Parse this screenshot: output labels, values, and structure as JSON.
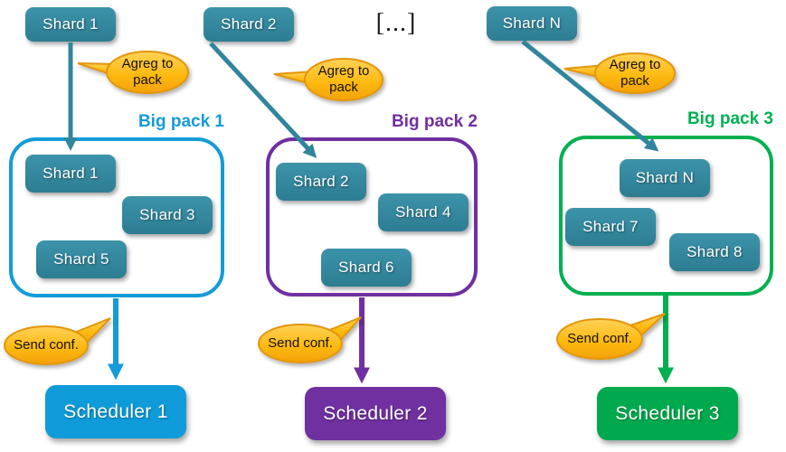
{
  "diagram": {
    "ellipsis": "[...]",
    "colors": {
      "shard_teal": "#31859C",
      "pack1_blue": "#149BD9",
      "pack2_purple": "#7030A0",
      "pack3_green": "#00B050",
      "scheduler1_blue": "#0F9BD9",
      "scheduler2_purple": "#7030A0",
      "scheduler3_green": "#00A94E",
      "bubble_fill": "#FFBE14",
      "bubble_border": "#E3960E"
    },
    "columns": [
      {
        "top_shard_label": "Shard 1",
        "aggregate_bubble_label": "Agreg to pack",
        "pack_title": "Big pack 1",
        "pack_shards": [
          "Shard 1",
          "Shard 3",
          "Shard 5"
        ],
        "send_bubble_label": "Send conf.",
        "scheduler_label": "Scheduler 1"
      },
      {
        "top_shard_label": "Shard 2",
        "aggregate_bubble_label": "Agreg to pack",
        "pack_title": "Big pack 2",
        "pack_shards": [
          "Shard 2",
          "Shard 4",
          "Shard 6"
        ],
        "send_bubble_label": "Send conf.",
        "scheduler_label": "Scheduler 2"
      },
      {
        "top_shard_label": "Shard N",
        "aggregate_bubble_label": "Agreg to pack",
        "pack_title": "Big pack 3",
        "pack_shards": [
          "Shard N",
          "Shard 7",
          "Shard 8"
        ],
        "send_bubble_label": "Send conf.",
        "scheduler_label": "Scheduler 3"
      }
    ]
  }
}
